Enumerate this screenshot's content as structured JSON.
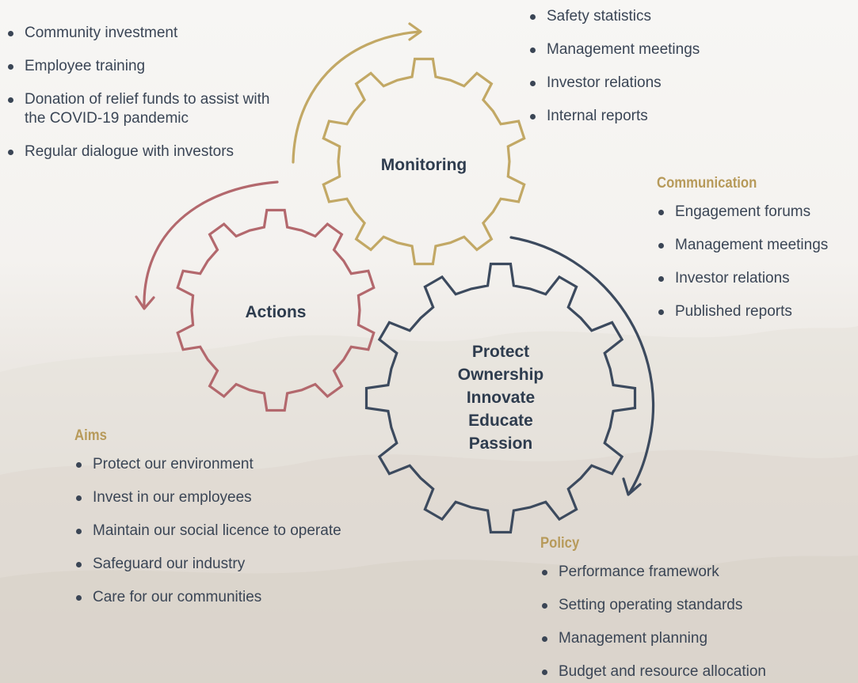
{
  "colors": {
    "monitoring": "#c2a865",
    "actions": "#b3686d",
    "policy": "#3c4a5e",
    "heading": "#b79a5a",
    "text": "#3a4555"
  },
  "icons": {
    "monitoring_cycle_arrow": "curved-arrow-icon",
    "actions_cycle_arrow": "curved-arrow-icon",
    "policy_cycle_arrow": "curved-arrow-icon"
  },
  "gears": {
    "monitoring": {
      "label": "Monitoring"
    },
    "actions": {
      "label": "Actions"
    },
    "core": {
      "lines": [
        "Protect",
        "Ownership",
        "Innovate",
        "Educate",
        "Passion"
      ]
    }
  },
  "actions_list": [
    "Community investment",
    "Employee training",
    "Donation of relief funds to assist with the COVID-19 pandemic",
    "Regular dialogue with investors"
  ],
  "monitoring_list": [
    "Safety statistics",
    "Management meetings",
    "Investor relations",
    "Internal reports"
  ],
  "communication": {
    "heading": "Communication",
    "items": [
      "Engagement forums",
      "Management meetings",
      "Investor relations",
      "Published reports"
    ]
  },
  "aims": {
    "heading": "Aims",
    "items": [
      "Protect our environment",
      "Invest in our employees",
      "Maintain our social licence to operate",
      "Safeguard our industry",
      "Care for our communities"
    ]
  },
  "policy": {
    "heading": "Policy",
    "items": [
      "Performance framework",
      "Setting operating standards",
      "Management planning",
      "Budget and resource allocation"
    ]
  }
}
